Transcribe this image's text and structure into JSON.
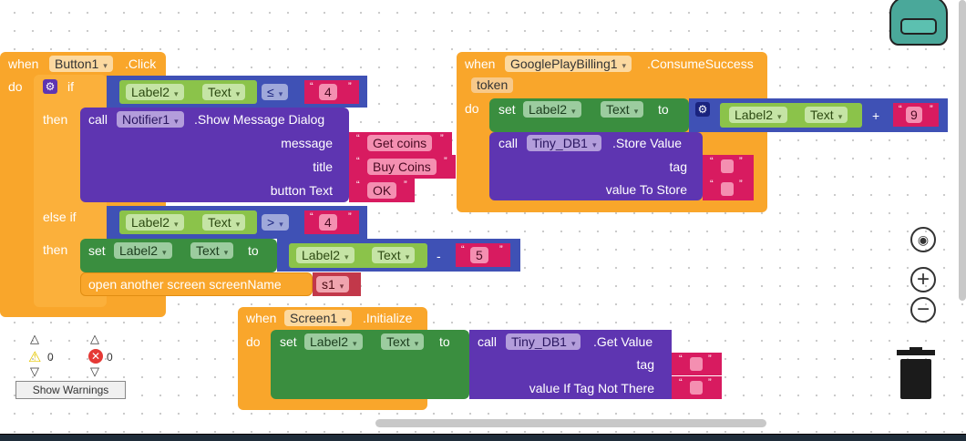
{
  "block1": {
    "when": "when",
    "component": "Button1",
    "event": ".Click",
    "do": "do",
    "if": "if",
    "then": "then",
    "else_if": "else if",
    "then2": "then",
    "cond1": {
      "comp": "Label2",
      "prop": "Text",
      "op": "≤",
      "value": "4"
    },
    "call": "call",
    "notifier": "Notifier1",
    "method": ".Show Message Dialog",
    "args": [
      {
        "label": "message",
        "value": "Get coins"
      },
      {
        "label": "title",
        "value": "Buy Coins"
      },
      {
        "label": "button Text",
        "value": "OK"
      }
    ],
    "cond2": {
      "comp": "Label2",
      "prop": "Text",
      "op": ">",
      "value": "4"
    },
    "set": "set",
    "set_comp": "Label2",
    "set_prop": "Text",
    "to": "to",
    "expr": {
      "comp": "Label2",
      "prop": "Text",
      "op": "-",
      "value": "5"
    },
    "open_screen": "open another screen  screenName",
    "screen_value": "s1"
  },
  "block2": {
    "when": "when",
    "component": "GooglePlayBilling1",
    "event": ".ConsumeSuccess",
    "param": "token",
    "do": "do",
    "set": "set",
    "set_comp": "Label2",
    "set_prop": "Text",
    "to": "to",
    "expr": {
      "comp": "Label2",
      "prop": "Text",
      "op": "+",
      "value": "9"
    },
    "call": "call",
    "db": "Tiny_DB1",
    "method": ".Store Value",
    "tag": "tag",
    "value_to_store": "value To Store"
  },
  "block3": {
    "when": "when",
    "component": "Screen1",
    "event": ".Initialize",
    "do": "do",
    "set": "set",
    "set_comp": "Label2",
    "set_prop": "Text",
    "to": "to",
    "call": "call",
    "db": "Tiny_DB1",
    "method": ".Get Value",
    "tag": "tag",
    "value_if_missing": "value If Tag Not There"
  },
  "warnings": {
    "warning_count": "0",
    "error_count": "0",
    "show_warnings": "Show Warnings"
  },
  "icons": [
    "backpack-icon",
    "target-icon",
    "zoom-in-icon",
    "zoom-out-icon",
    "trash-icon",
    "settings-gear-icon"
  ],
  "colors": {
    "event": "#f9a62b",
    "logic": "#3f51b5",
    "getter": "#8bc34a",
    "setter": "#3a8e3f",
    "call": "#5e35b1",
    "text": "#d81b60"
  }
}
